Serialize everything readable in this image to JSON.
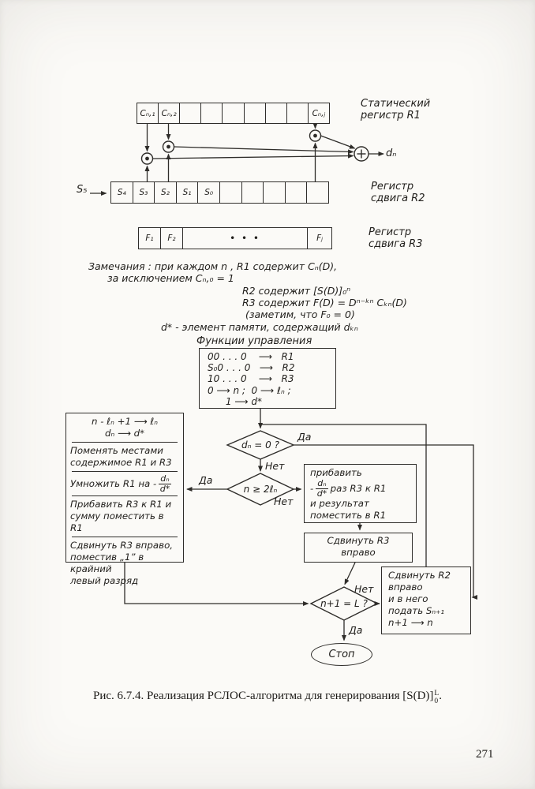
{
  "figure": {
    "caption_pre": "Рис. 6.7.4. Реализация РСЛОС-алгоритма для генерирования [S(D)]",
    "caption_sup": "L",
    "caption_sub": "0",
    "caption_post": ".",
    "page_number": "271"
  },
  "registers": {
    "r1": {
      "label_line1": "Статический",
      "label_line2": "регистр R1",
      "cells": [
        "Cₙ,₁",
        "Cₙ,₂",
        "",
        "",
        "",
        "",
        "",
        "",
        "Cₙ,ⱼ"
      ]
    },
    "r2": {
      "label_line1": "Регистр",
      "label_line2": "сдвига R2",
      "input_label": "S₅",
      "cells": [
        "S₄",
        "S₃",
        "S₂",
        "S₁",
        "S₀",
        "",
        "",
        "",
        "",
        ""
      ]
    },
    "r3": {
      "label_line1": "Регистр",
      "label_line2": "сдвига R3",
      "cells": [
        "F₁",
        "F₂",
        "• • •",
        "Fⱼ"
      ]
    },
    "adder_output": "dₙ"
  },
  "notes": {
    "line1": "Замечания : при каждом n , R1 содержит Cₙ(D),",
    "line2": "за исключением Cₙ,₀ = 1",
    "line3": "R2 содержит [S(D)]₀ⁿ",
    "line4": "R3 содержит F(D) = Dⁿ⁻ᵏⁿ Cₖₙ(D)",
    "line5": "(заметим, что F₀ = 0)",
    "line6": "d* - элемент памяти, содержащий dₖₙ"
  },
  "control": {
    "title": "Функции управления",
    "lines": [
      "00 . . . 0    ⟶   R1",
      "S₀0 . . . 0   ⟶   R2",
      "10 . . . 0    ⟶   R3",
      "0 ⟶ n ;  0 ⟶ ℓₙ ;",
      "      1 ⟶ d*"
    ]
  },
  "flow": {
    "yes": "Да",
    "no": "Нет",
    "decision1": "dₙ = 0 ?",
    "decision2": "n ≥ 2ℓₙ",
    "decision3": "n+1 = L ?",
    "stop": "Стоп",
    "left_box": {
      "line1": "n - ℓₙ +1  ⟶  ℓₙ",
      "line2": "dₙ  ⟶  d*",
      "line3": "Поменять местами",
      "line4": "содержимое R1 и R3",
      "line5_pre": "Умножить R1 на -",
      "frac_num": "dₙ",
      "frac_den": "d*",
      "line6": "Прибавить R3 к R1 и",
      "line7": "сумму поместить в R1",
      "line8": "Сдвинуть R3 вправо,",
      "line9": "поместив „1” в крайний",
      "line10": "левый разряд"
    },
    "add_box": {
      "line1": "прибавить",
      "line2_pre": "-",
      "frac_num": "dₙ",
      "frac_den": "d*",
      "line2_post": "раз R3 к R1",
      "line3": "и результат",
      "line4": "поместить в R1"
    },
    "shift_r3_box": {
      "line1": "Сдвинуть R3",
      "line2": "вправо"
    },
    "shift_r2_box": {
      "line1": "Сдвинуть R2",
      "line2": "вправо",
      "line3": "и в него",
      "line4": "подать Sₙ₊₁",
      "line5": "n+1 ⟶ n"
    }
  }
}
